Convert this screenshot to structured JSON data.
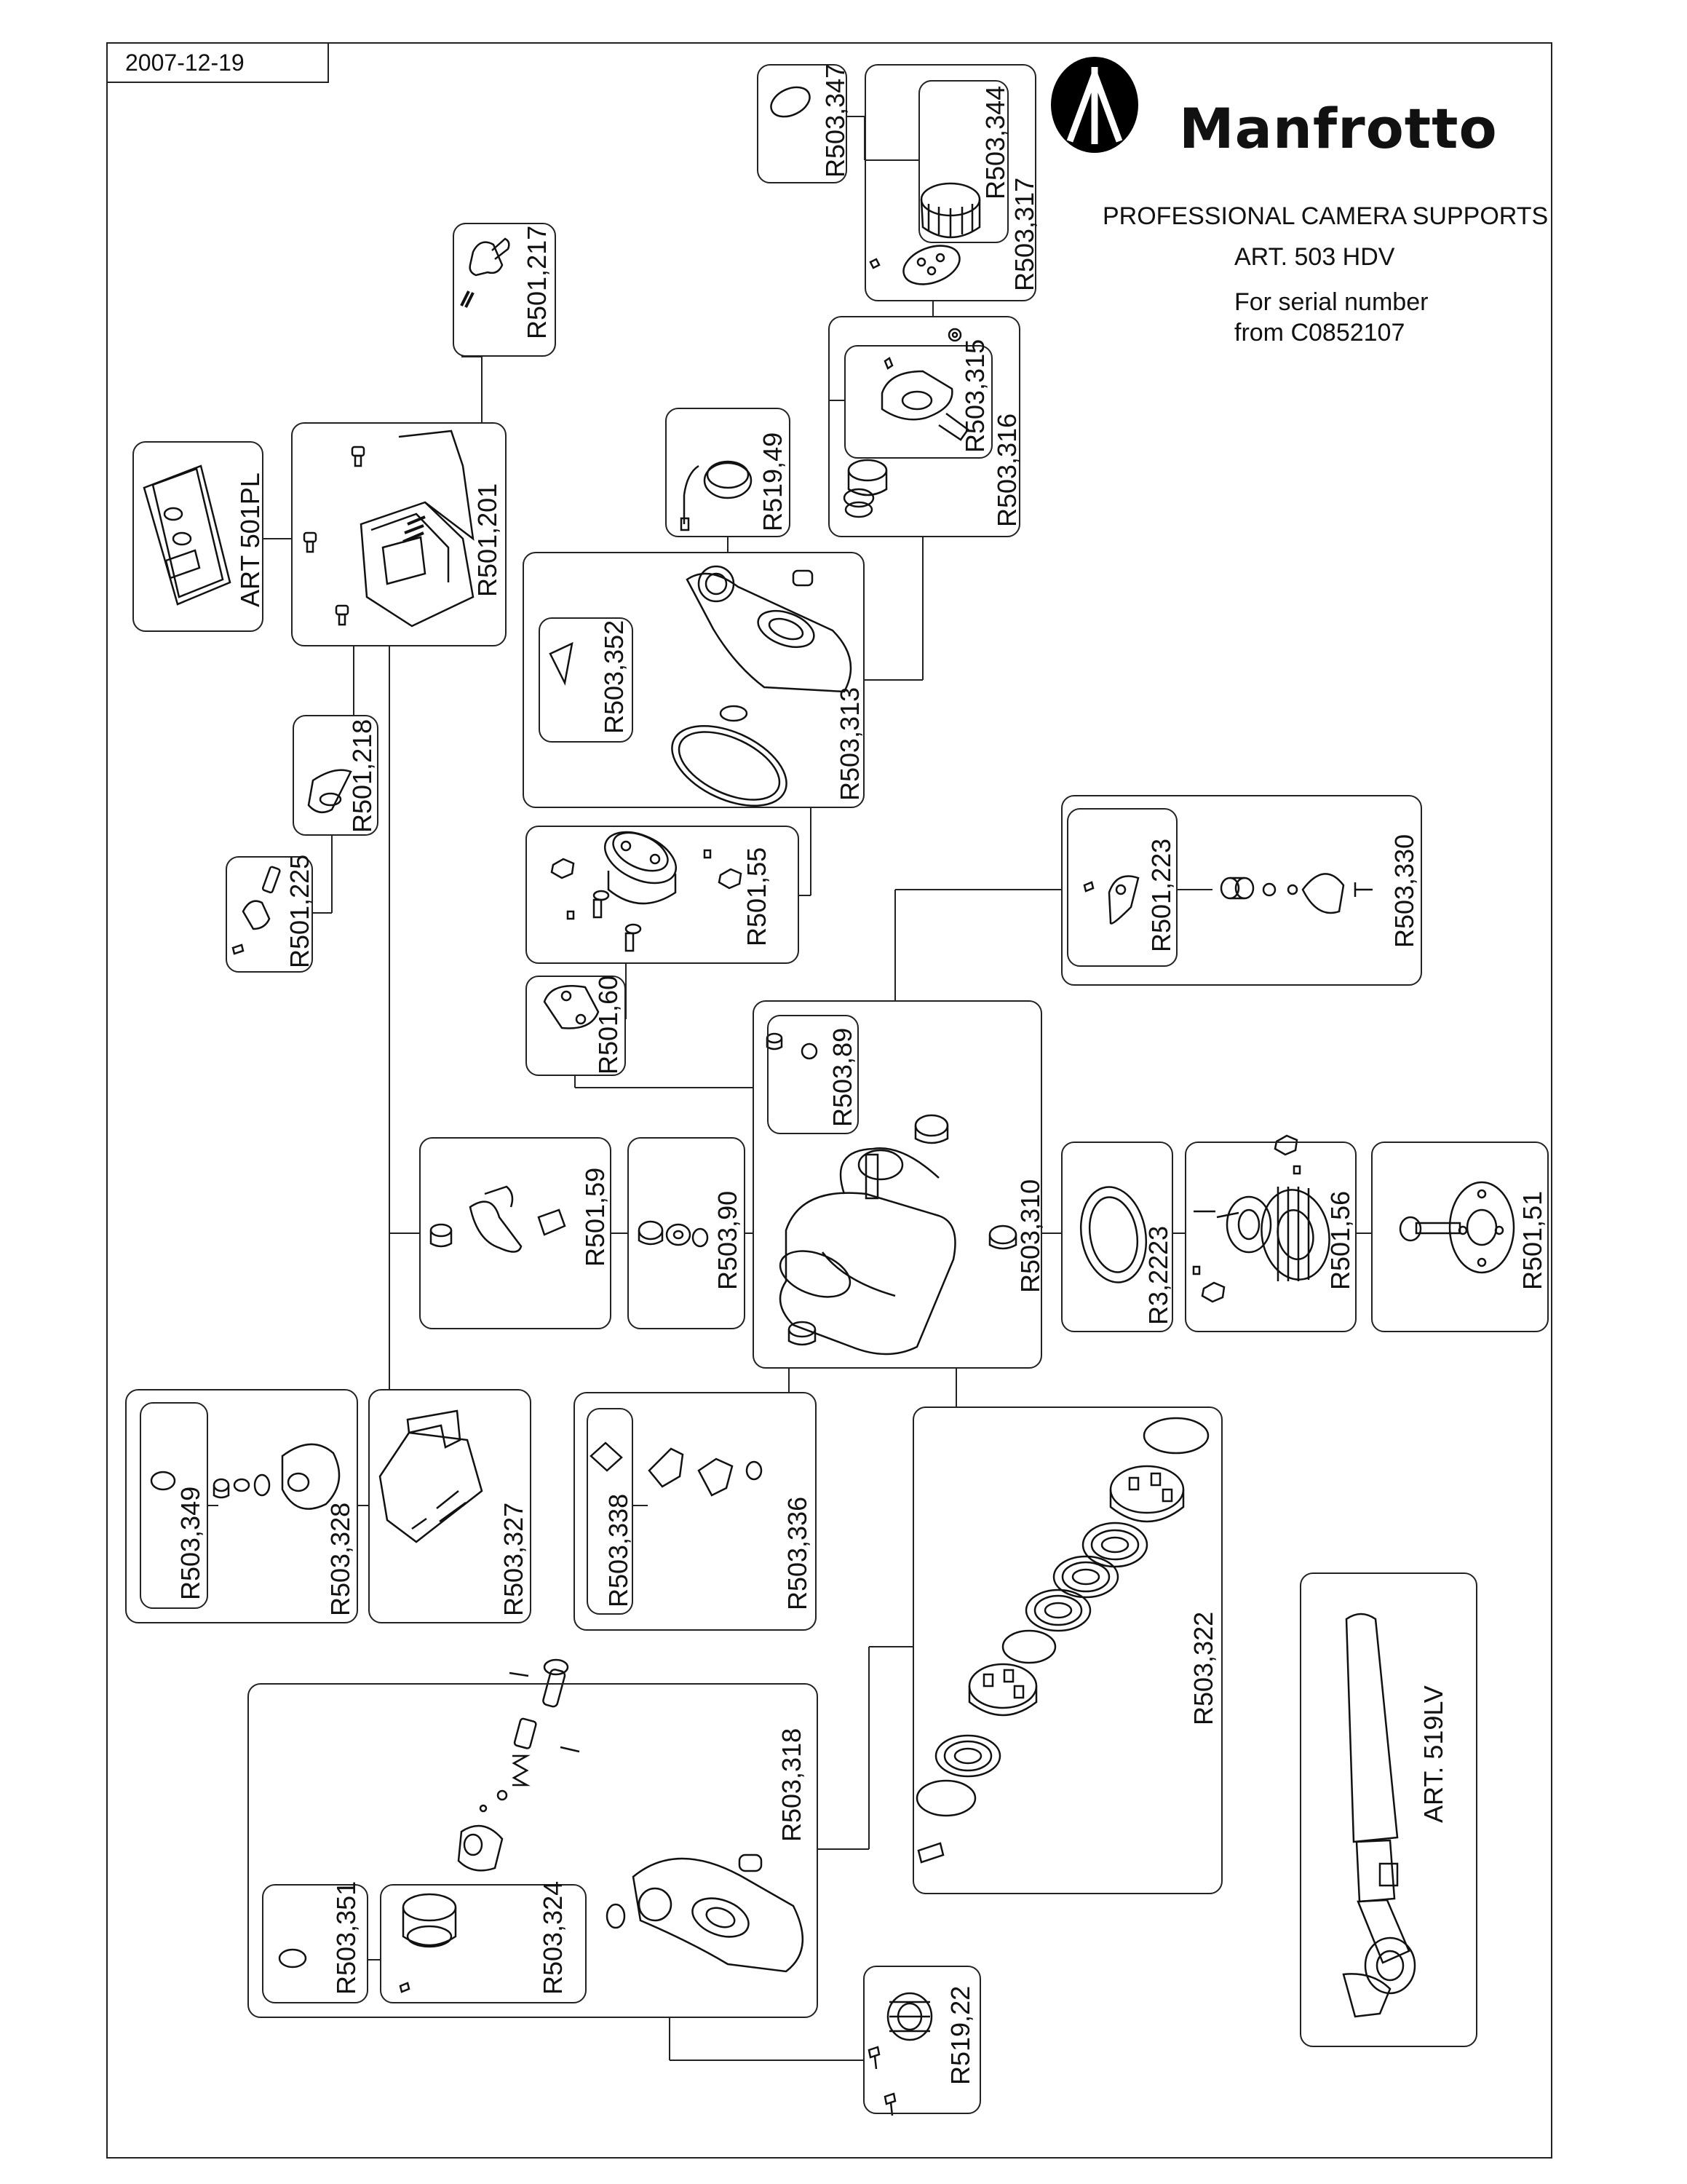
{
  "header": {
    "date": "2007-12-19",
    "brand": "Manfrotto",
    "tagline": "PROFESSIONAL CAMERA SUPPORTS",
    "article": "ART. 503 HDV",
    "serial_line1": "For serial number",
    "serial_line2": "from  C0852107"
  },
  "parts": {
    "r503_347": "R503,347",
    "r503_344": "R503,344",
    "r503_317": "R503,317",
    "r501_217": "R501,217",
    "r503_315": "R503,315",
    "r503_316": "R503,316",
    "art_501pl": "ART 501PL",
    "r501_201": "R501,201",
    "r519_49": "R519,49",
    "r503_352": "R503,352",
    "r503_313": "R503,313",
    "r501_218": "R501,218",
    "r501_225": "R501,225",
    "r501_55": "R501,55",
    "r501_223": "R501,223",
    "r503_330": "R503,330",
    "r501_60": "R501,60",
    "r503_89": "R503,89",
    "r503_310": "R503,310",
    "r501_59": "R501,59",
    "r503_90": "R503,90",
    "r3_2223": "R3,2223",
    "r501_56": "R501,56",
    "r501_51": "R501,51",
    "r503_349": "R503,349",
    "r503_328": "R503,328",
    "r503_327": "R503,327",
    "r503_338": "R503,338",
    "r503_336": "R503,336",
    "r503_322": "R503,322",
    "art_519lv": "ART. 519LV",
    "r503_318": "R503,318",
    "r503_351": "R503,351",
    "r503_324": "R503,324",
    "r519_22": "R519,22"
  }
}
